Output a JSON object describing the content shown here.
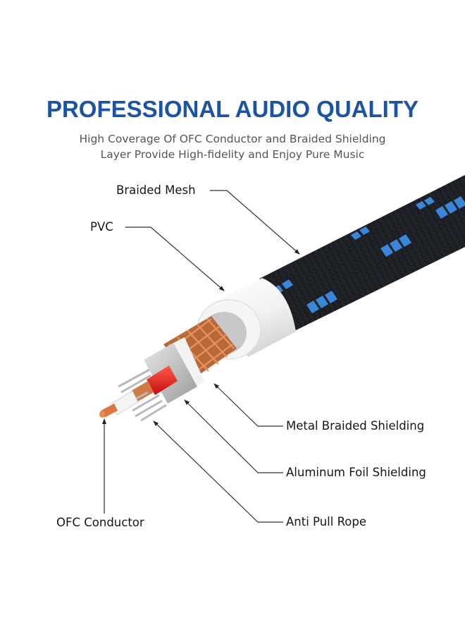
{
  "header": {
    "title": "PROFESSIONAL AUDIO QUALITY",
    "subtitle_line1": "High Coverage Of OFC Conductor and Braided Shielding",
    "subtitle_line2": "Layer Provide High-fidelity and Enjoy Pure Music"
  },
  "callouts": {
    "braided_mesh": "Braided Mesh",
    "pvc": "PVC",
    "metal_braided_shielding": "Metal Braided Shielding",
    "aluminum_foil_shielding": "Aluminum Foil Shielding",
    "anti_pull_rope": "Anti Pull Rope",
    "ofc_conductor": "OFC Conductor"
  },
  "colors": {
    "title_blue": "#1a54a3",
    "braid_black": "#15171c",
    "braid_blue": "#3a86d8",
    "copper": "#d07a45",
    "red_insulation": "#e51e1e"
  }
}
